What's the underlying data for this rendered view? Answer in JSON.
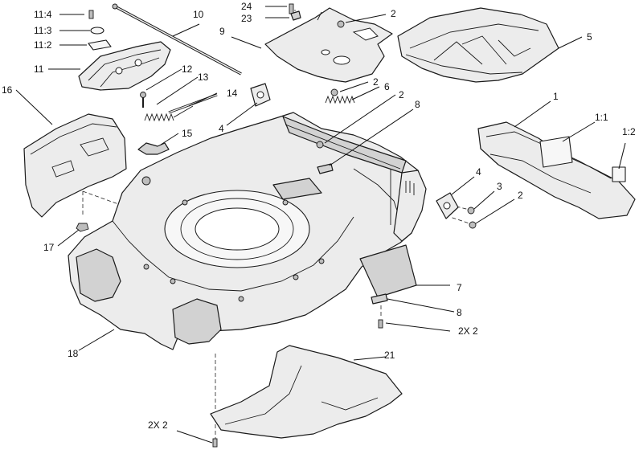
{
  "callouts": {
    "c11_4": "11:4",
    "c11_3": "11:3",
    "c11_2": "11:2",
    "c11": "11",
    "c10": "10",
    "c24": "24",
    "c23": "23",
    "c2_top": "2",
    "c9": "9",
    "c5": "5",
    "c16": "16",
    "c12": "12",
    "c13": "13",
    "c14": "14",
    "c2_b": "2",
    "c6": "6",
    "c2_c": "2",
    "c8_top": "8",
    "c4_left": "4",
    "c15": "15",
    "c1": "1",
    "c1_1": "1:1",
    "c1_2": "1:2",
    "c4_right": "4",
    "c3": "3",
    "c2_right": "2",
    "c17": "17",
    "c7": "7",
    "c8_bottom": "8",
    "c2x2_right": "2X 2",
    "c18": "18",
    "c21": "21",
    "c2x2_bottom": "2X 2"
  }
}
